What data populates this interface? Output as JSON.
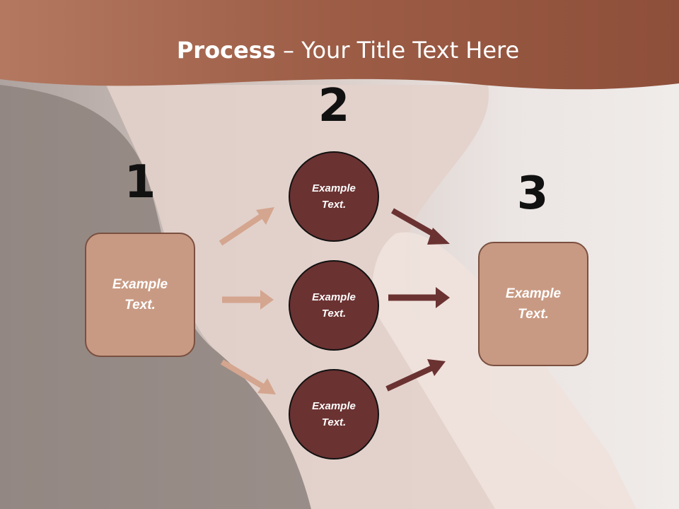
{
  "title": {
    "bold": "Process",
    "rest": " – Your Title Text Here"
  },
  "steps": [
    {
      "number": "1",
      "text": "Example Text."
    },
    {
      "number": "2",
      "text": "Example Text."
    },
    {
      "number": "3",
      "text": "Example Text."
    }
  ],
  "middle": [
    "Example Text.",
    "Example Text.",
    "Example Text."
  ],
  "colors": {
    "banner": "#a8644b",
    "box": "#c99a83",
    "circle": "#6b3232",
    "arrow_light": "#d4a58f",
    "arrow_dark": "#6b3232"
  }
}
